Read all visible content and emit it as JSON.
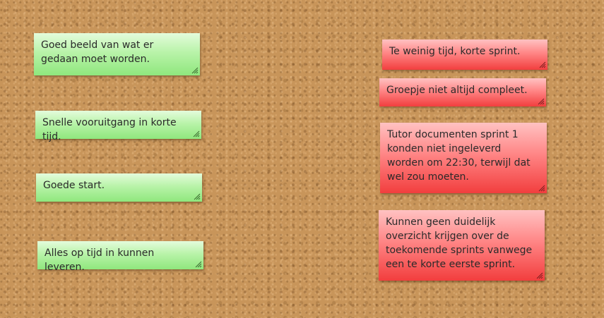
{
  "board": {
    "positive_notes": [
      {
        "text": "Goed beeld van wat er gedaan moet worden."
      },
      {
        "text": "Snelle vooruitgang in korte tijd."
      },
      {
        "text": "Goede start."
      },
      {
        "text": "Alles op tijd in kunnen leveren."
      }
    ],
    "negative_notes": [
      {
        "text": "Te weinig tijd, korte sprint."
      },
      {
        "text": "Groepje niet altijd compleet."
      },
      {
        "text": "Tutor documenten sprint 1 konden niet ingeleverd worden om 22:30, terwijl dat wel zou moeten."
      },
      {
        "text": "Kunnen geen duidelijk overzicht krijgen over de toekomende sprints vanwege een te korte eerste sprint."
      }
    ]
  },
  "colors": {
    "positive_note": "#a8ef96",
    "negative_note": "#ff7676",
    "cork_board": "#c8955a"
  },
  "icons": {
    "note_corner": "resize-grip-icon"
  }
}
